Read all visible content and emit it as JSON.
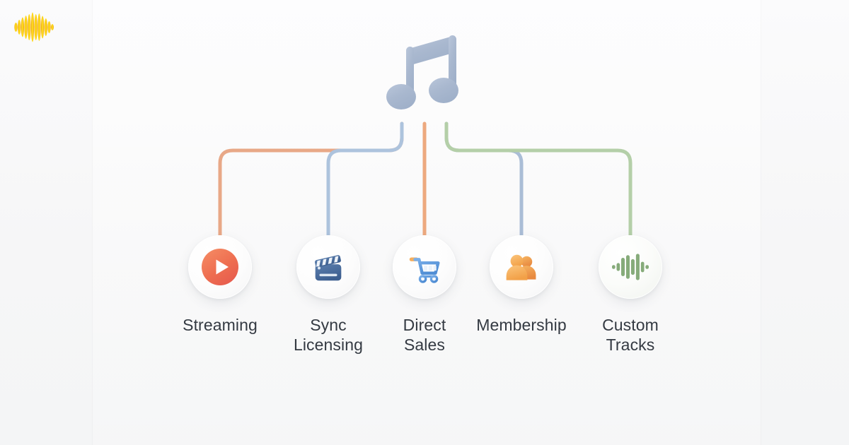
{
  "brand": {
    "logo_icon": "sound-burst-logo-icon",
    "logo_colors": [
      "#f0a808",
      "#fcd213",
      "#ffe92e"
    ]
  },
  "hero": {
    "icon": "music-note-icon",
    "icon_color": "#a8b8d0"
  },
  "diagram": {
    "type": "tree",
    "root_label": "",
    "branch_count": 5,
    "nodes": [
      {
        "id": "streaming",
        "label": "Streaming",
        "icon": "play-circle-icon",
        "icon_color": "#ef6b4e",
        "connector_color": "#e8a887"
      },
      {
        "id": "sync-licensing",
        "label": "Sync\nLicensing",
        "icon": "clapperboard-icon",
        "icon_color": "#44699b",
        "connector_color": "#adc3dd"
      },
      {
        "id": "direct-sales",
        "label": "Direct\nSales",
        "icon": "shopping-cart-icon",
        "icon_color": "#5b9ae0",
        "connector_color": "#eda97f"
      },
      {
        "id": "membership",
        "label": "Membership",
        "icon": "users-icon",
        "icon_color": "#f5ad51",
        "connector_color": "#aabdd6"
      },
      {
        "id": "custom-tracks",
        "label": "Custom\nTracks",
        "icon": "audio-waveform-icon",
        "icon_color": "#81a878",
        "connector_color": "#b4cfa8"
      }
    ]
  },
  "theme": {
    "background": "#f6f6f7",
    "label_color": "#343a42"
  }
}
